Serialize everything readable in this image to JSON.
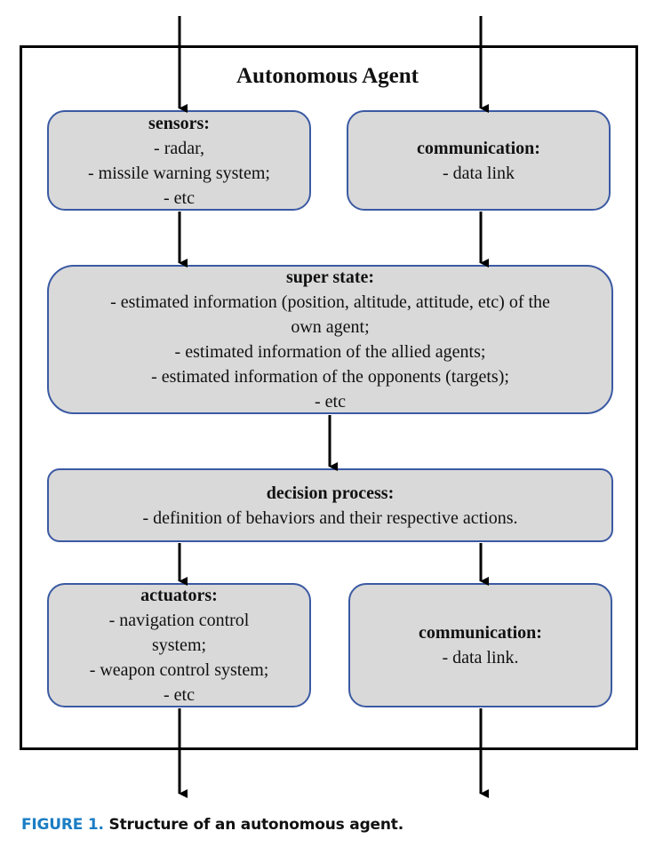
{
  "title": "Autonomous Agent",
  "sensors": {
    "heading": "sensors:",
    "items": [
      "- radar,",
      "- missile warning system;",
      "- etc"
    ]
  },
  "communication_in": {
    "heading": "communication:",
    "items": [
      "- data link"
    ]
  },
  "super_state": {
    "heading": "super state:",
    "items": [
      "- estimated information (position, altitude, attitude, etc) of the",
      "own agent;",
      "- estimated information of the allied agents;",
      "- estimated information of the opponents (targets);",
      "- etc"
    ]
  },
  "decision_process": {
    "heading": "decision process:",
    "items": [
      "- definition of behaviors and their respective actions."
    ]
  },
  "actuators": {
    "heading": "actuators:",
    "items": [
      "- navigation control",
      "system;",
      "- weapon control system;",
      "- etc"
    ]
  },
  "communication_out": {
    "heading": "communication:",
    "items": [
      "- data link."
    ]
  },
  "caption": {
    "label": "FIGURE 1.",
    "text": "Structure of an autonomous agent."
  },
  "colors": {
    "box_fill": "#d9d9d9",
    "box_border": "#3b5aa3",
    "caption_label": "#1a7dc4"
  }
}
